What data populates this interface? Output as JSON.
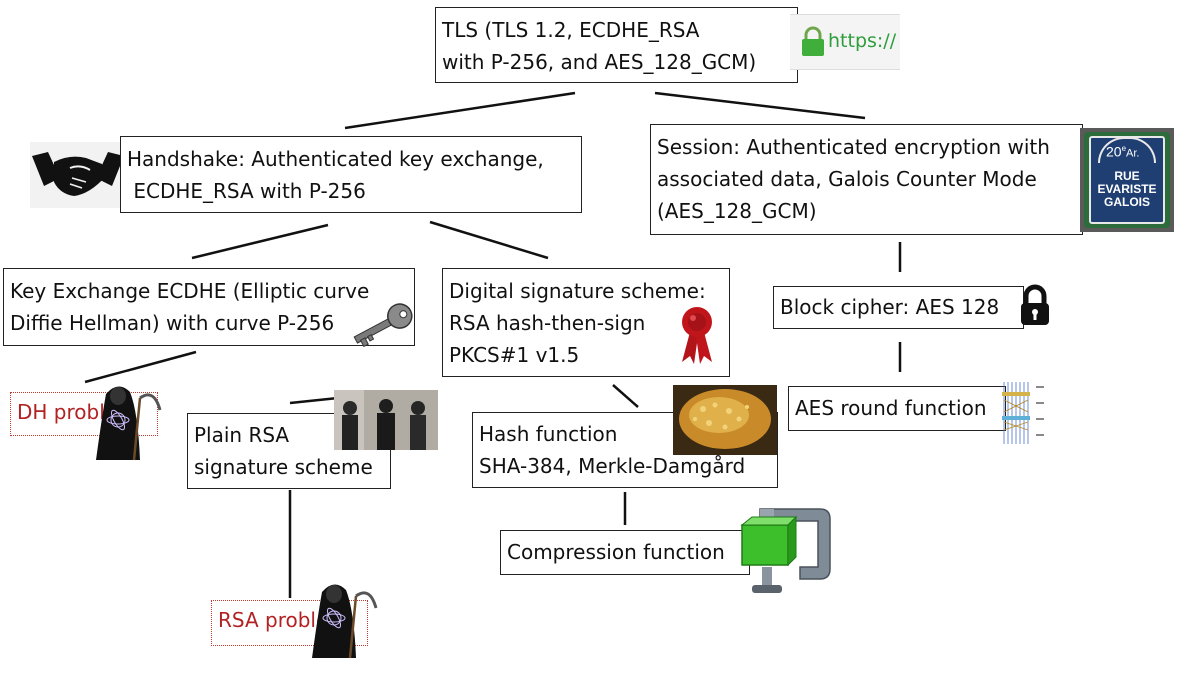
{
  "diagram": {
    "root": {
      "lines": [
        "TLS (TLS 1.2, ECDHE_RSA",
        "with P-256, and AES_128_GCM)"
      ]
    },
    "https_badge": {
      "label": "https://",
      "accent": "#2e9e3d"
    },
    "handshake": {
      "lines": [
        "Handshake: Authenticated key exchange,",
        " ECDHE_RSA with P-256"
      ]
    },
    "session": {
      "lines": [
        "Session: Authenticated encryption with",
        "associated data, Galois Counter Mode",
        "(AES_128_GCM)"
      ]
    },
    "key_exchange": {
      "lines": [
        "Key Exchange ECDHE (Elliptic curve",
        "Diffie Hellman) with curve P-256"
      ]
    },
    "signature": {
      "lines": [
        "Digital signature scheme:",
        "RSA hash-then-sign",
        "PKCS#1 v1.5"
      ]
    },
    "block_cipher": {
      "lines": [
        "Block cipher: AES 128"
      ]
    },
    "aes_round": {
      "lines": [
        "AES round function"
      ]
    },
    "plain_rsa": {
      "lines": [
        "Plain RSA",
        "signature scheme"
      ]
    },
    "hash_function": {
      "lines": [
        "Hash function",
        "SHA-384, Merkle-Damgård"
      ]
    },
    "compression": {
      "lines": [
        "Compression function"
      ]
    },
    "dh_problem": {
      "label": "DH problem"
    },
    "rsa_problem": {
      "label": "RSA problem"
    },
    "street_sign": {
      "arrondissement": "20",
      "arr_suffix": "e",
      "arr_abbr": "Ar.",
      "line1": "RUE",
      "line2": "EVARISTE",
      "line3": "GALOIS"
    },
    "colors": {
      "problem_text": "#b22222",
      "sign_blue": "#1f3f73",
      "sign_green": "#2c6b3a",
      "clamp_green": "#3cbf2a",
      "wax_red": "#c0161b"
    },
    "icons": [
      "lock-icon",
      "handshake-icon",
      "key-icon",
      "wax-seal-icon",
      "padlock-icon",
      "grim-reaper-icon",
      "clamp-icon",
      "street-sign-icon",
      "photo-icon",
      "circuit-icon",
      "hash-browns-photo-icon"
    ]
  }
}
